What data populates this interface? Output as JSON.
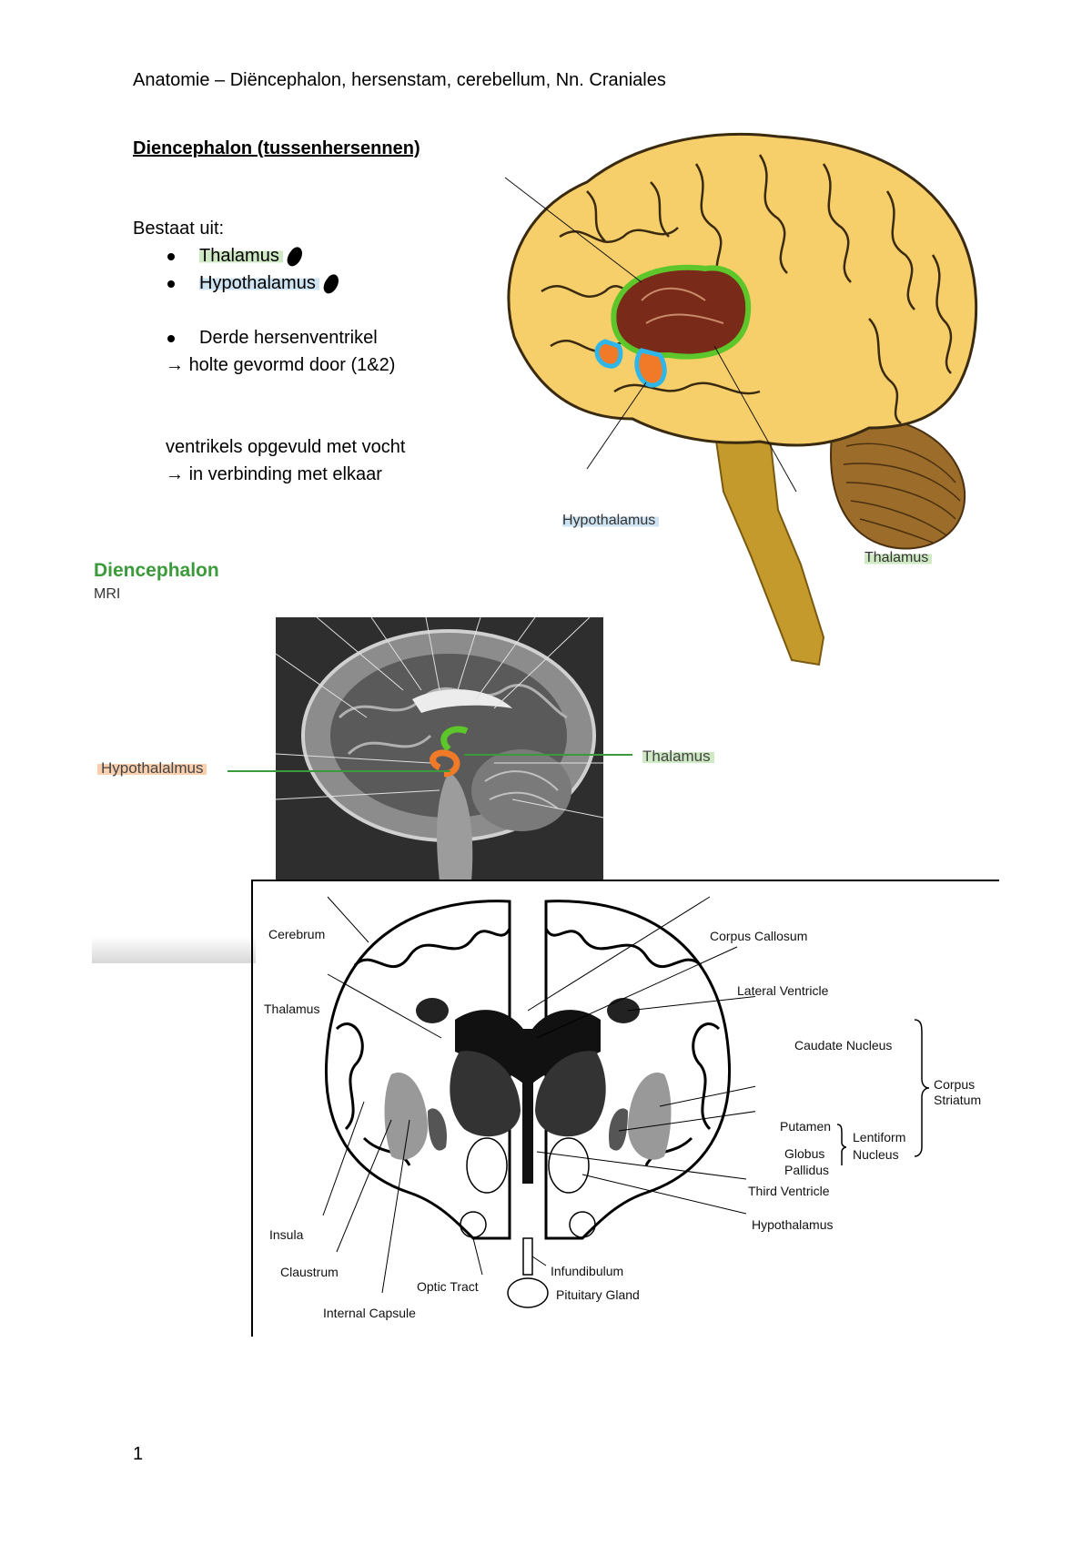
{
  "header": {
    "title": "Anatomie – Diëncephalon, hersenstam, cerebellum, Nn. Craniales"
  },
  "section": {
    "title": "Diencephalon (tussenhersennen)"
  },
  "notes": {
    "consists_of": "Bestaat uit:",
    "items": [
      "Thalamus",
      "Hypothalamus"
    ],
    "item3": "Derde hersenventrikel",
    "item3_sub": "holte gevormd door (1&2)",
    "ventricle_line": "ventrikels opgevuld met vocht",
    "ventricle_sub": "in verbinding met elkaar",
    "arrow": "→"
  },
  "brain_figure": {
    "label_hypothalamus": "Hypothalamus",
    "label_thalamus": "Thalamus"
  },
  "mri_figure": {
    "title": "Diencephalon",
    "subtitle": "MRI",
    "label_hypothalamus": "Hypothalalmus",
    "label_thalamus": "Thalamus"
  },
  "coronal_figure": {
    "labels": {
      "cerebrum": "Cerebrum",
      "thalamus": "Thalamus",
      "insula": "Insula",
      "claustrum": "Claustrum",
      "internal_capsule": "Internal Capsule",
      "optic_tract": "Optic Tract",
      "corpus_callosum": "Corpus Callosum",
      "lateral_ventricle": "Lateral Ventricle",
      "caudate_nucleus": "Caudate Nucleus",
      "corpus_striatum_1": "Corpus",
      "corpus_striatum_2": "Striatum",
      "putamen": "Putamen",
      "lentiform_1": "Lentiform",
      "lentiform_2": "Nucleus",
      "globus_1": "Globus",
      "globus_2": "Pallidus",
      "third_ventricle": "Third Ventricle",
      "hypothalamus": "Hypothalamus",
      "infundibulum": "Infundibulum",
      "pituitary_gland": "Pituitary Gland"
    }
  },
  "footer": {
    "page_number": "1"
  },
  "colors": {
    "brain": "#f7cf6a",
    "thalamus_outline": "#5cc62a",
    "hypothalamus_outline": "#2fb6e8",
    "mri_title": "#3b9a3a",
    "orange": "#f07a28"
  }
}
